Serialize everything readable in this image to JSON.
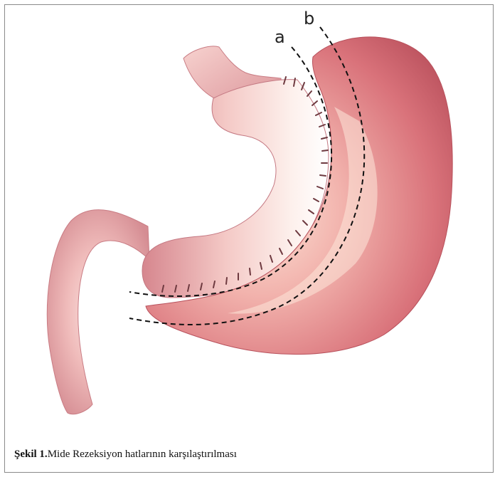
{
  "figure": {
    "labels": {
      "line_a": "a",
      "line_b": "b"
    },
    "caption": {
      "label": "Şekil 1.",
      "text": "Mide Rezeksiyon hatlarının karşılaştırılması"
    }
  }
}
